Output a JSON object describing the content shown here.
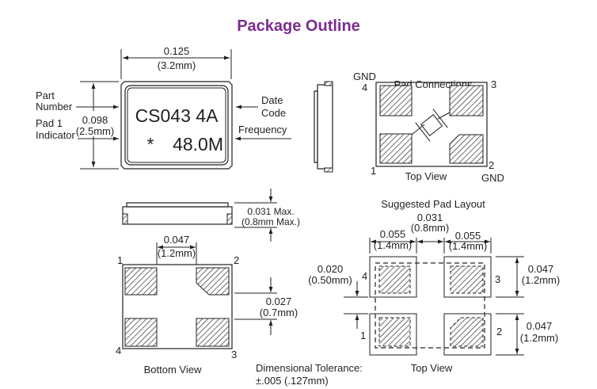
{
  "title": "Package Outline",
  "colors": {
    "title": "#7b2d8e",
    "ink": "#231f20"
  },
  "top_view": {
    "width_in": "0.125",
    "width_mm": "(3.2mm)",
    "height_in": "0.098",
    "height_mm": "(2.5mm)",
    "marking_line1": "CS043 4A",
    "marking_star": "*",
    "marking_freq": "48.0M",
    "part_number_1": "Part",
    "part_number_2": "Number",
    "pad1_1": "Pad 1",
    "pad1_2": "Indicator",
    "date_1": "Date",
    "date_2": "Code",
    "frequency": "Frequency"
  },
  "pad_connections": {
    "title": "Pad Connections",
    "gnd_top": "GND",
    "p4": "4",
    "p3": "3",
    "p1": "1",
    "p2": "2",
    "view": "Top View",
    "gnd_bottom": "GND"
  },
  "side_view": {
    "height_in": "0.031 Max.",
    "height_mm": "(0.8mm Max.)"
  },
  "bottom_view": {
    "pitch_in": "0.047",
    "pitch_mm": "(1.2mm)",
    "gap_in": "0.027",
    "gap_mm": "(0.7mm)",
    "p1": "1",
    "p2": "2",
    "p3": "3",
    "p4": "4",
    "label": "Bottom View"
  },
  "tolerance": {
    "line1": "Dimensional Tolerance:",
    "line2": "±.005 (.127mm)"
  },
  "pad_layout": {
    "title": "Suggested Pad Layout",
    "gap_in": "0.031",
    "gap_mm": "(0.8mm)",
    "w_left_in": "0.055",
    "w_left_mm": "(1.4mm)",
    "w_right_in": "0.055",
    "w_right_mm": "(1.4mm)",
    "h_top_in": "0.047",
    "h_top_mm": "(1.2mm)",
    "h_bot_in": "0.047",
    "h_bot_mm": "(1.2mm)",
    "vgap_in": "0.020",
    "vgap_mm": "(0.50mm)",
    "p4": "4",
    "p3": "3",
    "p1": "1",
    "p2": "2",
    "view": "Top View"
  }
}
